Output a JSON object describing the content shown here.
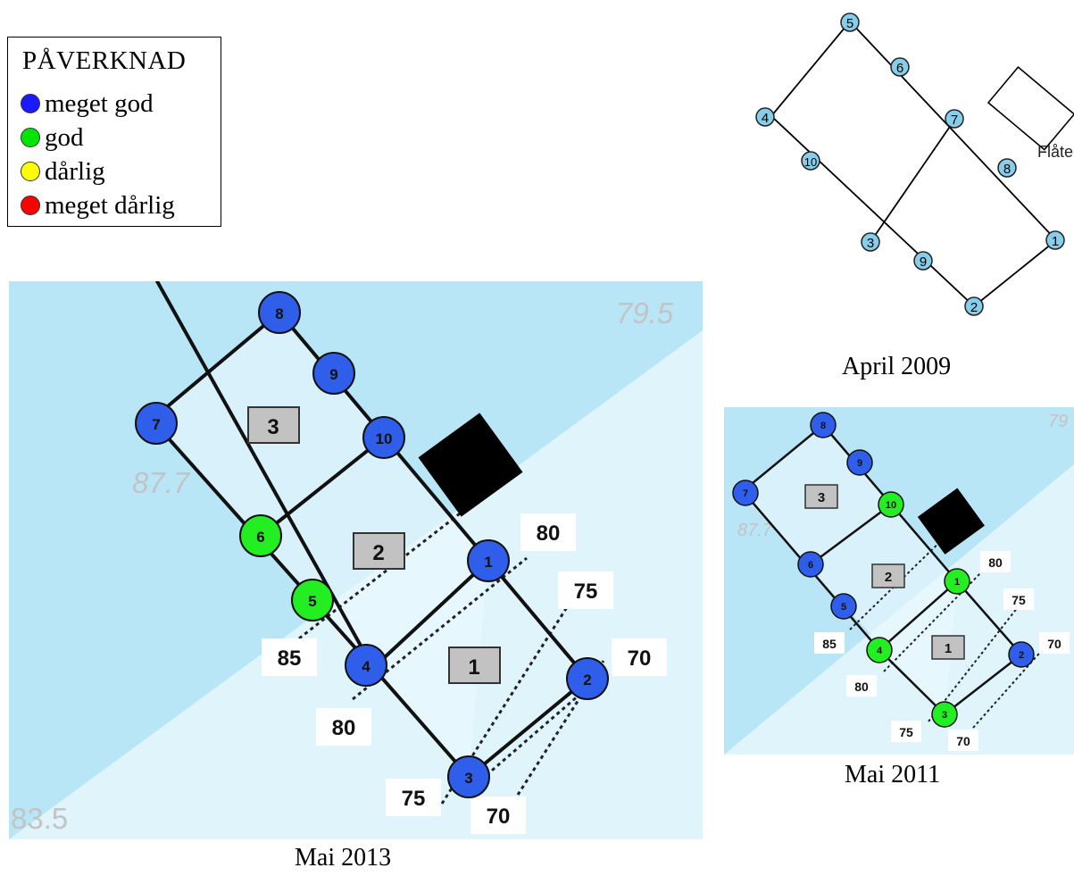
{
  "legend": {
    "title": "PÅVERKNAD",
    "items": [
      {
        "label": "meget god",
        "color": "#1a1aff"
      },
      {
        "label": "god",
        "color": "#00e600"
      },
      {
        "label": "dårlig",
        "color": "#ffff00"
      },
      {
        "label": "meget dårlig",
        "color": "#ff0000"
      }
    ]
  },
  "colors": {
    "meget_god": "#2f5fea",
    "god": "#22ee22",
    "april_station": "#87ceeb",
    "water_light": "#b9e6f7",
    "water_pale": "#dff5fb"
  },
  "april_2009": {
    "caption": "April 2009",
    "raft_label": "Flåte",
    "stations": [
      "5",
      "6",
      "4",
      "7",
      "10",
      "8",
      "3",
      "1",
      "9",
      "2"
    ]
  },
  "mai_2013": {
    "caption": "Mai 2013",
    "depth_labels": [
      "79.5",
      "87.7",
      "83.5"
    ],
    "cages": [
      "3",
      "2",
      "1"
    ],
    "contours": [
      "80",
      "75",
      "70",
      "85",
      "80",
      "75",
      "70"
    ],
    "stations": [
      {
        "label": "8",
        "rating": "meget god"
      },
      {
        "label": "9",
        "rating": "meget god"
      },
      {
        "label": "7",
        "rating": "meget god"
      },
      {
        "label": "10",
        "rating": "meget god"
      },
      {
        "label": "6",
        "rating": "god"
      },
      {
        "label": "5",
        "rating": "god"
      },
      {
        "label": "1",
        "rating": "meget god"
      },
      {
        "label": "4",
        "rating": "meget god"
      },
      {
        "label": "2",
        "rating": "meget god"
      },
      {
        "label": "3",
        "rating": "meget god"
      }
    ]
  },
  "mai_2011": {
    "caption": "Mai 2011",
    "depth_labels": [
      "79",
      "87.7"
    ],
    "cages": [
      "3",
      "2",
      "1"
    ],
    "contours": [
      "80",
      "75",
      "70",
      "85",
      "80",
      "75",
      "70"
    ],
    "stations": [
      {
        "label": "8",
        "rating": "meget god"
      },
      {
        "label": "9",
        "rating": "meget god"
      },
      {
        "label": "7",
        "rating": "meget god"
      },
      {
        "label": "10",
        "rating": "god"
      },
      {
        "label": "6",
        "rating": "meget god"
      },
      {
        "label": "1",
        "rating": "god"
      },
      {
        "label": "5",
        "rating": "meget god"
      },
      {
        "label": "4",
        "rating": "god"
      },
      {
        "label": "2",
        "rating": "meget god"
      },
      {
        "label": "3",
        "rating": "god"
      }
    ]
  }
}
